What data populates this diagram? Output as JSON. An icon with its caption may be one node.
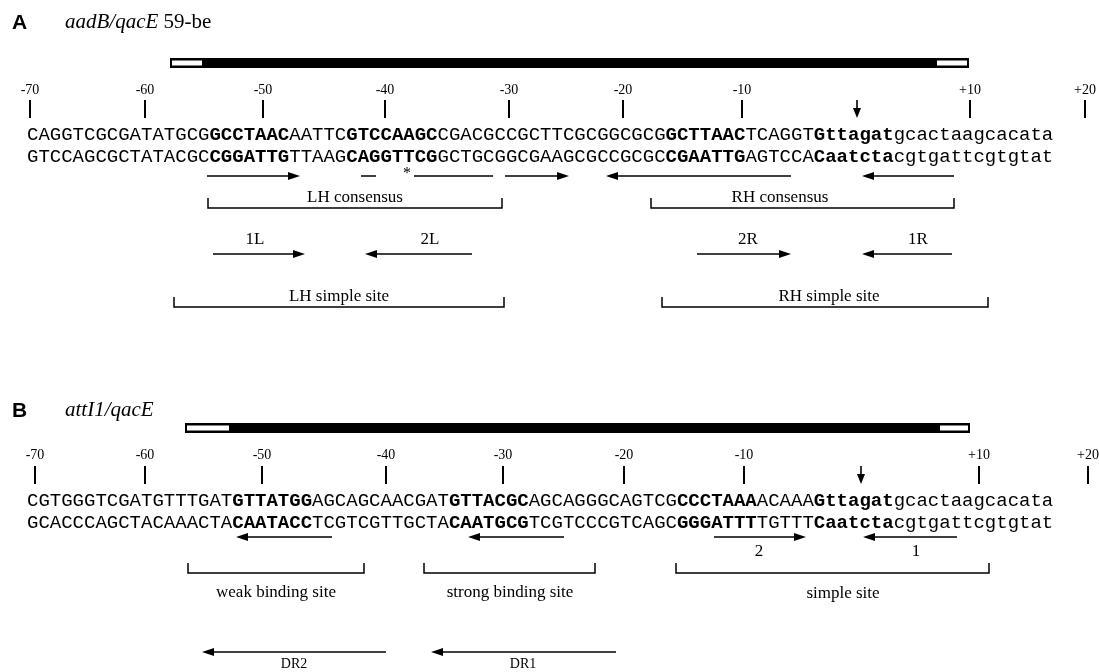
{
  "diagram": {
    "labels": [
      "A",
      "*aadB/qacE* 59-be",
      "-70",
      "-60",
      "-50",
      "-40",
      "-30",
      "-20",
      "-10",
      "+10",
      "+20",
      "CAGGTCGCGATATGCG**GCCTAAC**AATTC**GTCCAAGC**CGACGCCGCTTCGCGGCGCG**GCTTAAC**TCAGGT**Gttagat**gcactaagcacata",
      "GTCCAGCGCTATACGC**CGGATTG**TTAAG**CAGGTTCG**GCTGCGGCGAAGCGCCGCGC**CGAATTG**AGTCCA**Caatcta**cgtgattcgtgtat",
      "*",
      "LH consensus",
      "RH consensus",
      "1L",
      "2L",
      "2R",
      "1R",
      "LH simple site",
      "RH simple site",
      "B",
      "attI1/qacE",
      "-70",
      "-60",
      "-50",
      "-40",
      "-30",
      "-20",
      "-10",
      "+10",
      "+20",
      "CGTGGGTCGATGTTTGAT**GTTATGG**AGCAGCAACGAT**GTTACGC**AGCAGGGCAGTCG**CCCTAAA**ACAAA**Gttagat**gcactaagcacata",
      "GCACCCAGCTACAAACTA**CAATACC**TCGTCGTTGCTA**CAATGCG**TCGTCCCGTCAGC**GGGATTT**TGTTT**Caatcta**cgtgattcgtgtat",
      "2",
      "1",
      "weak binding site",
      "strong binding site",
      "simple site",
      "DR2",
      "DR1"
    ]
  }
}
